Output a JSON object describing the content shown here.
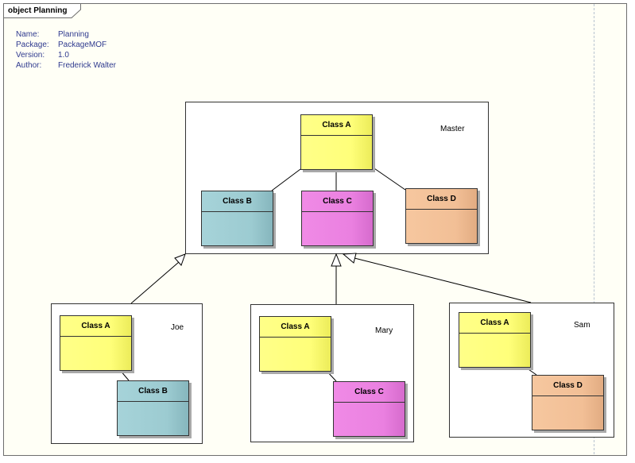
{
  "diagram": {
    "title": "object Planning",
    "meta": [
      {
        "key": "Name:",
        "value": "Planning"
      },
      {
        "key": "Package:",
        "value": "PackageMOF"
      },
      {
        "key": "Version:",
        "value": "1.0"
      },
      {
        "key": "Author:",
        "value": "Frederick Walter"
      }
    ],
    "packages": {
      "master": {
        "name": "Master"
      },
      "joe": {
        "name": "Joe"
      },
      "mary": {
        "name": "Mary"
      },
      "sam": {
        "name": "Sam"
      }
    },
    "classes": {
      "master_a": "Class A",
      "master_b": "Class B",
      "master_c": "Class C",
      "master_d": "Class D",
      "joe_a": "Class A",
      "joe_b": "Class B",
      "mary_a": "Class A",
      "mary_c": "Class C",
      "sam_a": "Class A",
      "sam_d": "Class D"
    },
    "colors": {
      "class_a": "#ffff7a",
      "class_b": "#9ccbd1",
      "class_c": "#ea80e0",
      "class_d": "#f2bf96",
      "meta_text": "#2f3a8f",
      "frame_background": "#fffff6"
    }
  }
}
